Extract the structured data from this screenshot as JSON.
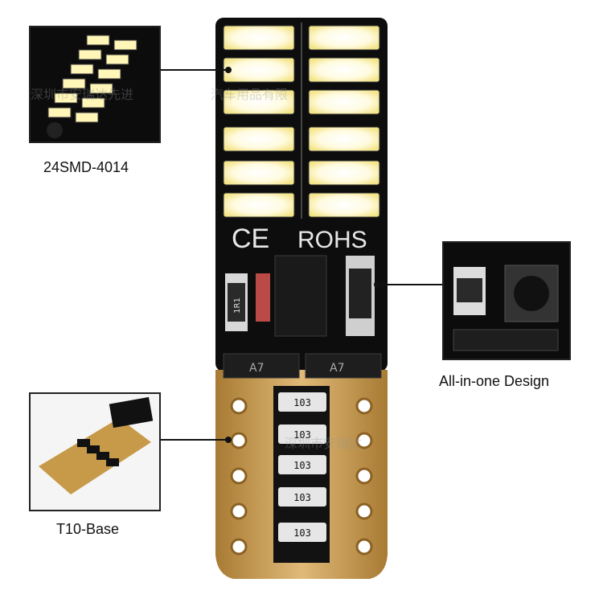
{
  "callouts": {
    "smd": {
      "caption": "24SMD-4014"
    },
    "design": {
      "caption": "All-in-one Design"
    },
    "base": {
      "caption": "T10-Base"
    }
  },
  "board": {
    "ce_mark": "CE",
    "rohs_mark": "ROHS",
    "resistor_label": "1R1",
    "resistor_codes": [
      "103",
      "103",
      "103",
      "103",
      "103"
    ],
    "diode_label": "A7"
  },
  "watermark": {
    "left": "深圳市安瑞达先进",
    "right": "汽车用品有限",
    "lower": "深圳市安瑞达"
  },
  "colors": {
    "pcb": "#111111",
    "led_glow": "#fff6b8",
    "gold": "#c79a4a"
  }
}
